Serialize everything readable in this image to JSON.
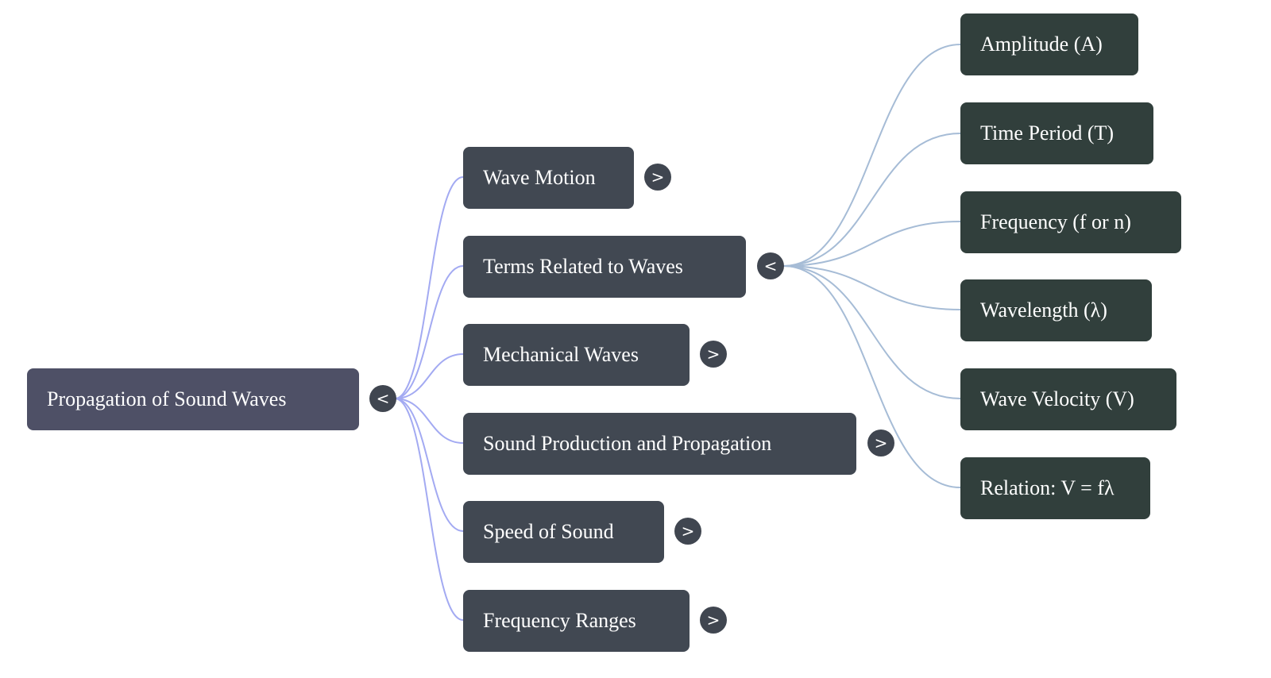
{
  "root": {
    "label": "Propagation of Sound Waves",
    "toggle": "<",
    "expanded": true
  },
  "children": [
    {
      "label": "Wave Motion",
      "toggle": ">",
      "expanded": false
    },
    {
      "label": "Terms Related to Waves",
      "toggle": "<",
      "expanded": true
    },
    {
      "label": "Mechanical Waves",
      "toggle": ">",
      "expanded": false
    },
    {
      "label": "Sound Production and Propagation",
      "toggle": ">",
      "expanded": false
    },
    {
      "label": "Speed of Sound",
      "toggle": ">",
      "expanded": false
    },
    {
      "label": "Frequency Ranges",
      "toggle": ">",
      "expanded": false
    }
  ],
  "terms": [
    {
      "label": "Amplitude (A)"
    },
    {
      "label": "Time Period (T)"
    },
    {
      "label": "Frequency (f or n)"
    },
    {
      "label": "Wavelength (λ)"
    },
    {
      "label": "Wave Velocity (V)"
    },
    {
      "label": "Relation: V = fλ"
    }
  ],
  "colors": {
    "root_node": "#4e5066",
    "branch_node": "#414852",
    "leaf_node": "#313f3c",
    "root_edges": "#a3aaf2",
    "term_edges": "#a6bcd6"
  }
}
